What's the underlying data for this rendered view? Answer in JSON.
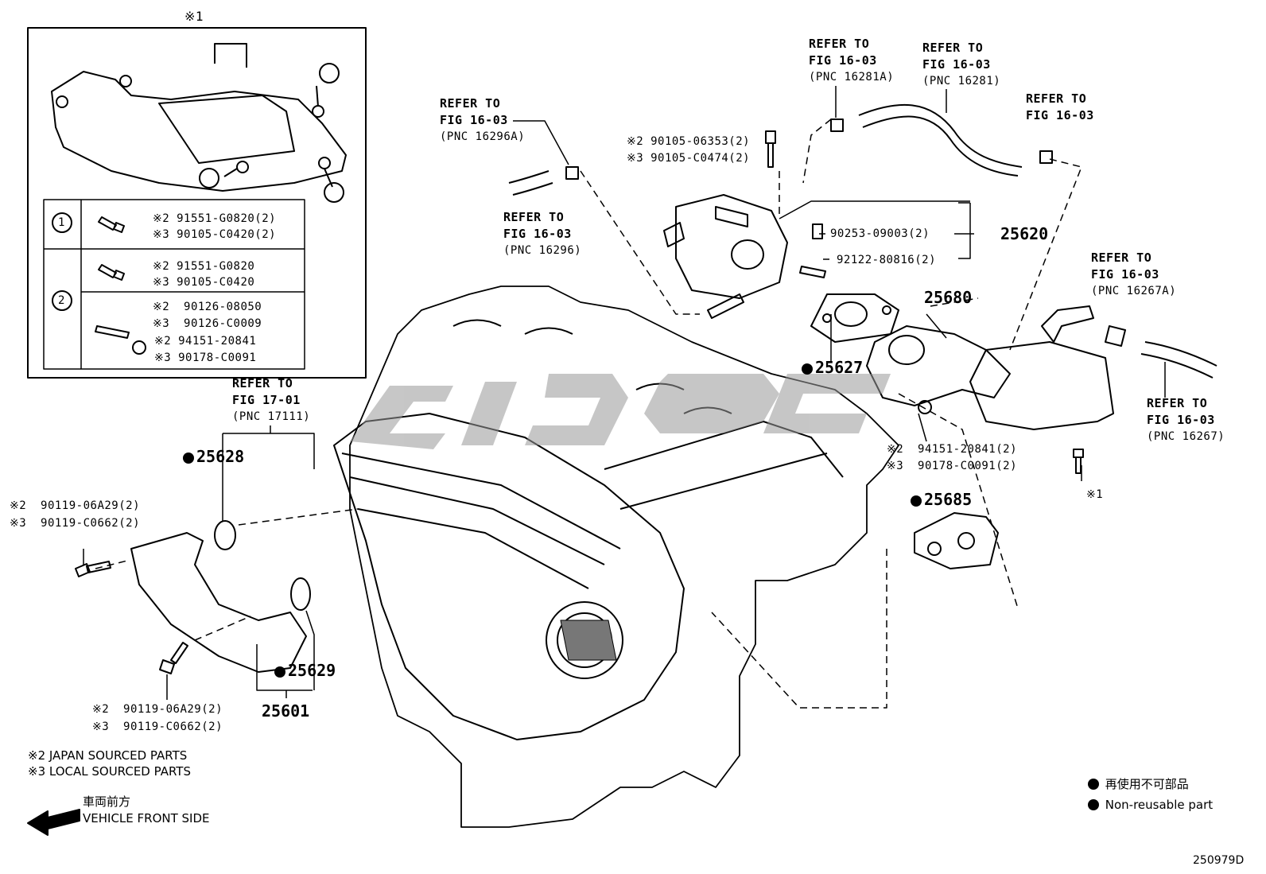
{
  "inset": {
    "marker": "※1",
    "rows": [
      {
        "num": "1",
        "lines": [
          "※2 91551-G0820(2)",
          "※3 90105-C0420(2)"
        ]
      },
      {
        "num": "2",
        "lines": [
          "※2 91551-G0820",
          "※3 90105-C0420"
        ]
      },
      {
        "num": "",
        "lines": [
          "※2  90126-08050",
          "※3  90126-C0009",
          "※2 94151-20841",
          "※3 90178-C0091"
        ]
      }
    ]
  },
  "refs": {
    "r1": [
      "REFER TO",
      "FIG 16-03",
      "(PNC 16296A)"
    ],
    "r2": [
      "REFER TO",
      "FIG 16-03",
      "(PNC 16296)"
    ],
    "r3": [
      "REFER TO",
      "FIG 16-03",
      "(PNC 16281A)"
    ],
    "r4": [
      "REFER TO",
      "FIG 16-03",
      "(PNC 16281)"
    ],
    "r5": [
      "REFER TO",
      "FIG 16-03"
    ],
    "r6": [
      "REFER TO",
      "FIG 16-03",
      "(PNC 16267A)"
    ],
    "r7": [
      "REFER TO",
      "FIG 16-03",
      "(PNC 16267)"
    ],
    "r8": [
      "REFER TO",
      "FIG 17-01",
      "(PNC 17111)"
    ]
  },
  "parts": {
    "bolt_top": [
      "※2 90105-06353(2)",
      "※3 90105-C0474(2)"
    ],
    "p_90253": "90253-09003(2)",
    "p_92122": "92122-80816(2)",
    "pn_25620": "25620",
    "pn_25680": "25680",
    "pn_25627": "25627",
    "nut_right": [
      "※2  94151-20841(2)",
      "※3  90178-C0091(2)"
    ],
    "mark_1": "※1",
    "pn_25685": "25685",
    "pn_25628": "25628",
    "bolt_left": [
      "※2  90119-06A29(2)",
      "※3  90119-C0662(2)"
    ],
    "pn_25629": "25629",
    "pn_25601": "25601",
    "bolt_bottom": [
      "※2  90119-06A29(2)",
      "※3  90119-C0662(2)"
    ]
  },
  "footnotes": [
    "※2  JAPAN SOURCED PARTS",
    "※3  LOCAL SOURCED PARTS"
  ],
  "front": {
    "jp": "車両前方",
    "en": "VEHICLE FRONT SIDE"
  },
  "legend": {
    "jp": "再使用不可部品",
    "en": "Non-reusable part"
  },
  "figure_id": "250979D"
}
